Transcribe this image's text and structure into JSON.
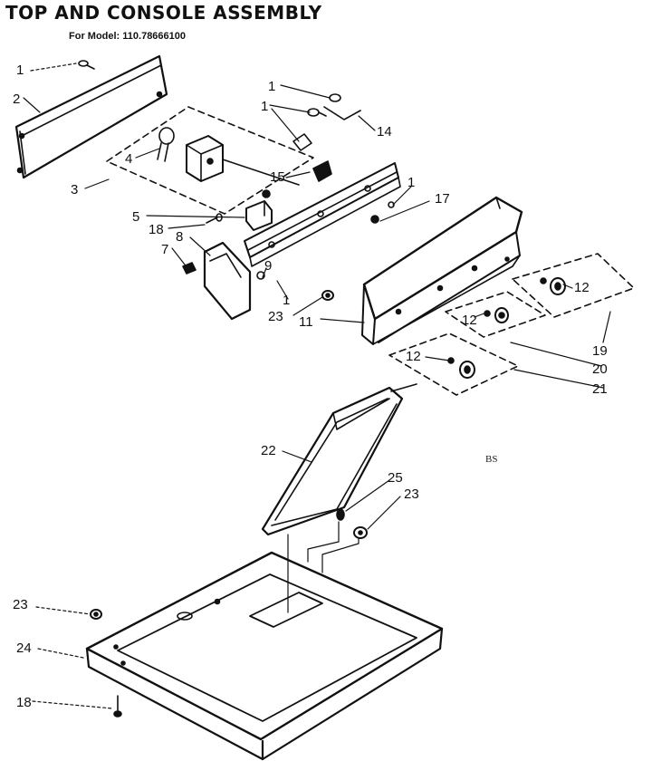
{
  "header": {
    "title": "TOP AND CONSOLE ASSEMBLY",
    "model": "For Model: 110.78666100"
  },
  "callouts": [
    "1",
    "2",
    "3",
    "4",
    "5",
    "7",
    "8",
    "9",
    "11",
    "12",
    "14",
    "15",
    "17",
    "18",
    "19",
    "20",
    "21",
    "22",
    "23",
    "24",
    "25"
  ],
  "stamp": "BS"
}
